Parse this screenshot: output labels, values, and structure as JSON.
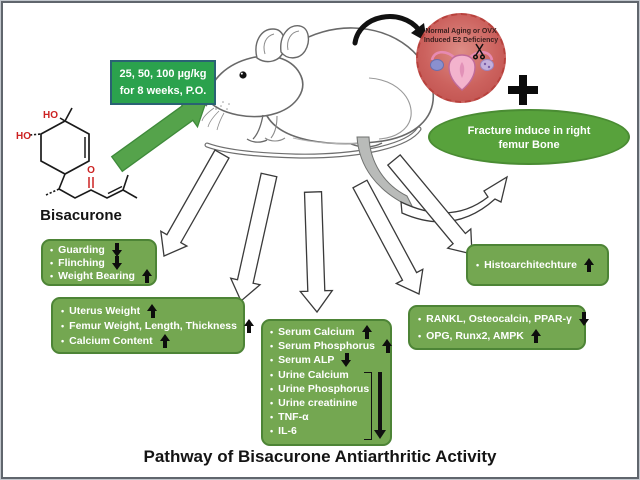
{
  "title": "Pathway of Bisacurone Antiarthritic Activity",
  "compound": {
    "name": "Bisacurone",
    "hydroxyl": "HO",
    "oxygen": "O"
  },
  "dose_box": {
    "line1": "25, 50, 100 µg/kg",
    "line2": "for 8 weeks, P.O."
  },
  "ovx_circle": {
    "line1": "Normal Aging or OVX",
    "line2": "Induced E2 Deficiency"
  },
  "fracture_ellipse": {
    "line1": "Fracture induce in right",
    "line2": "femur Bone"
  },
  "boxes": {
    "pain": {
      "items": [
        {
          "text": "Guarding",
          "arrow": "down"
        },
        {
          "text": "Flinching",
          "arrow": "down"
        },
        {
          "text": "Weight Bearing",
          "arrow": "up"
        }
      ]
    },
    "bone": {
      "items": [
        {
          "text": "Uterus Weight",
          "arrow": "up"
        },
        {
          "text": "Femur Weight, Length, Thickness",
          "arrow": "up"
        },
        {
          "text": "Calcium Content",
          "arrow": "up"
        }
      ]
    },
    "biochem": {
      "items": [
        {
          "text": "Serum Calcium",
          "arrow": "up"
        },
        {
          "text": "Serum Phosphorus",
          "arrow": "up"
        },
        {
          "text": "Serum ALP",
          "arrow": "down"
        },
        {
          "text": "Urine Calcium",
          "arrow": null
        },
        {
          "text": "Urine Phosphorus",
          "arrow": null
        },
        {
          "text": "Urine creatinine",
          "arrow": null
        },
        {
          "text": "TNF-α",
          "arrow": null
        },
        {
          "text": "IL-6",
          "arrow": null
        }
      ],
      "grouped_arrow": "down"
    },
    "molecular": {
      "items": [
        {
          "text": "RANKL, Osteocalcin, PPAR-γ",
          "arrow": "down"
        },
        {
          "text": "OPG, Runx2, AMPK",
          "arrow": "up"
        }
      ]
    },
    "histo": {
      "items": [
        {
          "text": "Histoarchitechture",
          "arrow": "up"
        }
      ]
    }
  },
  "colors": {
    "list_box_green": "#74a751",
    "list_box_border": "#4d8436",
    "dose_green": "#2ba24d",
    "dose_border": "#2a6273",
    "ellipse_green": "#58a23c",
    "dose_arrow_green": "#55a34b",
    "ovx_circle_red": "#cc625e",
    "black_arrow": "#0d0d0d"
  }
}
